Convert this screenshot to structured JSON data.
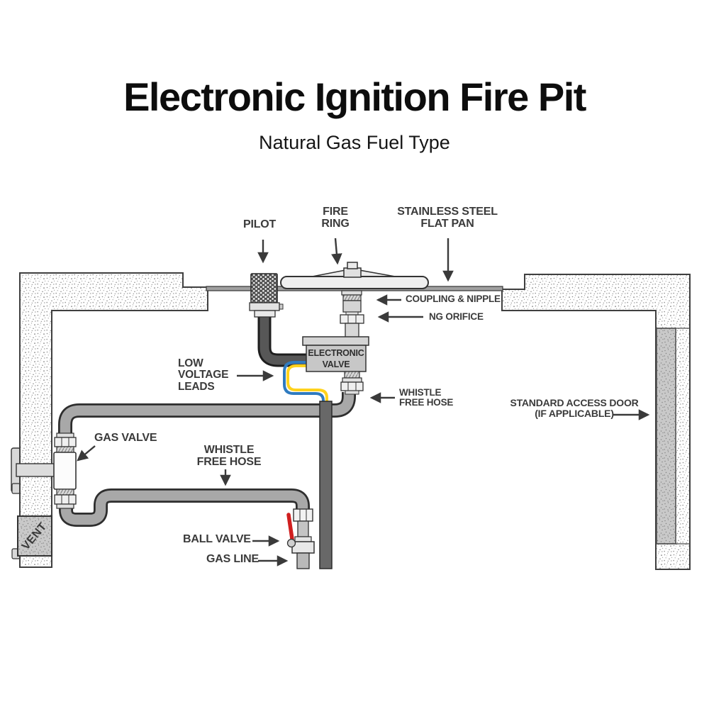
{
  "header": {
    "title": "Electronic Ignition Fire Pit",
    "subtitle": "Natural Gas Fuel Type"
  },
  "labels": {
    "pilot": "PILOT",
    "fire_ring": [
      "FIRE",
      "RING"
    ],
    "flat_pan": [
      "STAINLESS STEEL",
      "FLAT PAN"
    ],
    "coupling_nipple": "COUPLING & NIPPLE",
    "ng_orifice": "NG ORIFICE",
    "electronic_valve": [
      "ELECTRONIC",
      "VALVE"
    ],
    "low_voltage_leads": [
      "LOW",
      "VOLTAGE",
      "LEADS"
    ],
    "whistle_free_hose_upper": [
      "WHISTLE",
      "FREE HOSE"
    ],
    "standard_access_door": [
      "STANDARD ACCESS DOOR",
      "(IF APPLICABLE)"
    ],
    "gas_valve": "GAS VALVE",
    "whistle_free_hose_lower": [
      "WHISTLE",
      "FREE HOSE"
    ],
    "ball_valve": "BALL VALVE",
    "gas_line": "GAS LINE",
    "vent": "VENT"
  },
  "colors": {
    "wire_blue": "#2f7bc0",
    "wire_yellow": "#ffd21c",
    "valve_handle_red": "#d01f1f",
    "hose_gray": "#a8a8a8",
    "pilot_pipe_gray": "#575757",
    "conduit_gray": "#686868"
  }
}
